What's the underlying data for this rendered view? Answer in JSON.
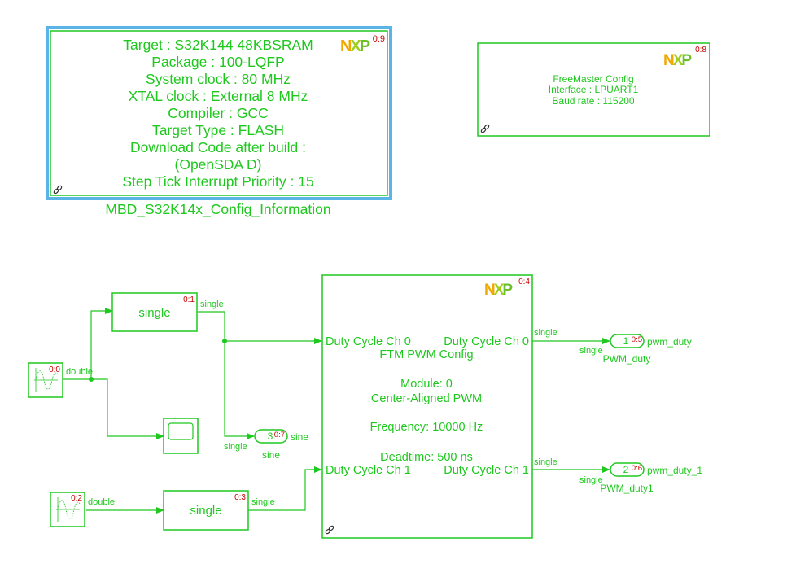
{
  "colors": {
    "block": "#1ec81e",
    "text": "#1ec81e",
    "priority": "#cc0000",
    "highlight": "#5ab4e6",
    "nxp_n": "#f0a800",
    "nxp_x": "#9ecf1f",
    "nxp_p": "#6cbf2a"
  },
  "logo_text": "NXP",
  "config_block": {
    "priority": "0:9",
    "lines": [
      "Target : S32K144 48KBSRAM",
      "Package : 100-LQFP",
      "System clock : 80 MHz",
      "XTAL clock : External 8 MHz",
      "Compiler : GCC",
      "Target Type : FLASH",
      "Download Code after build :",
      "(OpenSDA D)",
      "Step Tick Interrupt Priority : 15"
    ],
    "caption": "MBD_S32K14x_Config_Information"
  },
  "freemaster_block": {
    "priority": "0:8",
    "lines": [
      "FreeMaster Config",
      "Interface : LPUART1",
      "Baud rate : 115200"
    ]
  },
  "sine_source_1": {
    "priority": "0:0",
    "out_label": "double"
  },
  "sine_source_2": {
    "priority": "0:2",
    "out_label": "double"
  },
  "convert_1": {
    "label": "single",
    "priority": "0:1",
    "out_label": "single"
  },
  "convert_2": {
    "label": "single",
    "priority": "0:3",
    "out_label": "single"
  },
  "pwm_block": {
    "priority": "0:4",
    "port_in_0": "Duty Cycle Ch 0",
    "port_out_0": "Duty Cycle Ch 0",
    "port_in_1": "Duty Cycle Ch 1",
    "port_out_1": "Duty Cycle Ch 1",
    "lines": [
      "FTM PWM Config",
      "",
      "Module: 0",
      "Center-Aligned PWM",
      "",
      "Frequency: 10000 Hz",
      "",
      "Deadtime: 500 ns"
    ]
  },
  "outport_sine": {
    "number": "3",
    "priority": "0:7",
    "signal_name": "sine",
    "caption": "sine",
    "in_label": "single"
  },
  "outport_pwm_duty": {
    "number": "1",
    "priority": "0:5",
    "signal_name": "pwm_duty",
    "caption": "PWM_duty",
    "in_label_top": "single",
    "in_label_bottom": "single"
  },
  "outport_pwm_duty_1": {
    "number": "2",
    "priority": "0:6",
    "signal_name": "pwm_duty_1",
    "caption": "PWM_duty1",
    "in_label_top": "single",
    "in_label_bottom": "single"
  }
}
